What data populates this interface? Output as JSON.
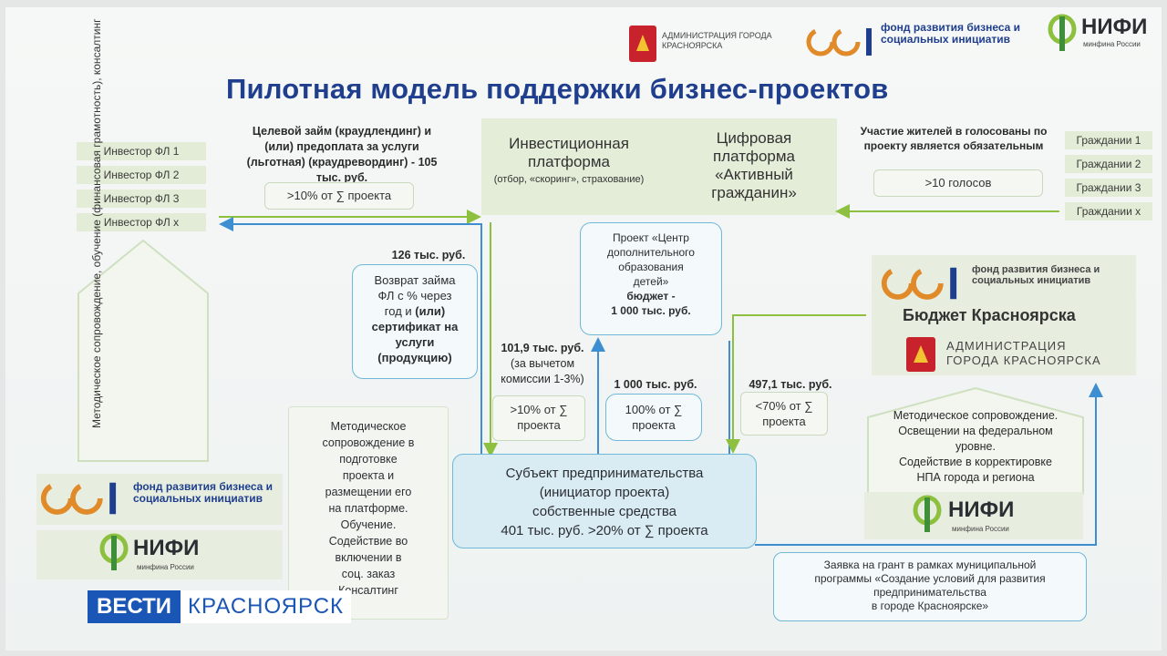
{
  "header": {
    "admin_logo_text": "АДМИНИСТРАЦИЯ ГОРОДА КРАСНОЯРСКА",
    "fund_logo_text": "фонд развития бизнеса и социальных инициатив",
    "nifi_logo_text": "НИФИ",
    "nifi_sub": "минфина России"
  },
  "title": "Пилотная модель поддержки бизнес-проектов",
  "left_investors": [
    "Инвестор ФЛ 1",
    "Инвестор ФЛ 2",
    "Инвестор ФЛ 3",
    "Инвестор ФЛ х"
  ],
  "loan_text": {
    "line1": "Целевой займ (краудлендинг) и",
    "line2": "(или) предоплата за услуги",
    "line3": "(льготная) (краудревординг) - 105",
    "line4": "тыс. руб."
  },
  "loan_share": ">10% от ∑ проекта",
  "invest_platform": {
    "title": "Инвестиционная платформа",
    "sub": "(отбор, «скоринг», страхование)"
  },
  "digital_platform": "Цифровая платформа «Активный гражданин»",
  "citizens_text": "Участие жителей в голосованы по проекту является обязательным",
  "votes": ">10 голосов",
  "right_citizens": [
    "Граждании 1",
    "Граждании 2",
    "Граждании 3",
    "Граждании х"
  ],
  "left_house": "Методическое сопровождение, обучение (финансовая грамотность), консалтинг",
  "return_amount": "126 тыс. руб.",
  "return_box": {
    "l1": "Возврат займа",
    "l2": "ФЛ с % через",
    "l3": "год и",
    "l3b": "(или)",
    "l4": "сертификат на",
    "l5": "услуги",
    "l6": "(продукцию)"
  },
  "project_box": {
    "l1": "Проект «Центр",
    "l2": "дополнительного",
    "l3": "образования",
    "l4": "детей»",
    "l5": "бюджет -",
    "l6": "1 000 тыс. руб."
  },
  "platform_net": {
    "l1": "101,9 тыс. руб.",
    "l2": "(за вычетом",
    "l3": "комиссии 1-3%)"
  },
  "share_10": ">10% от ∑ проекта",
  "amount_1000": "1 000 тыс. руб.",
  "share_100": "100% от ∑ проекта",
  "amount_497": "497,1 тыс. руб.",
  "share_70": "<70% от ∑ проекта",
  "budget_title": "Бюджет Красноярска",
  "budget_admin": "АДМИНИСТРАЦИЯ ГОРОДА КРАСНОЯРСКА",
  "method_box": [
    "Методическое",
    "сопровождение в",
    "подготовке",
    "проекта и",
    "размещении его",
    "на платформе.",
    "Обучение.",
    "Содействие во",
    "включении в",
    "соц. заказ",
    "Консалтинг"
  ],
  "subject_box": {
    "l1": "Субъект предпринимательства",
    "l2": "(инициатор проекта)",
    "l3": "собственные средства",
    "l4": "401 тыс. руб. >20% от ∑ проекта"
  },
  "right_house": {
    "l1": "Методическое сопровождение.",
    "l2": "Освещении на федеральном",
    "l3": "уровне.",
    "l4": "Содействие в корректировке",
    "l5": "НПА города и региона"
  },
  "grant_box": {
    "l1": "Заявка на грант в рамках муниципальной",
    "l2": "программы «Создание условий для развития",
    "l3": "предпринимательства",
    "l4": "в городе Красноярске»"
  },
  "tv": {
    "brand": "ВЕСТИ",
    "region": "КРАСНОЯРСК"
  },
  "colors": {
    "title": "#1f3f8e",
    "arrow_blue": "#3d8fd1",
    "arrow_green": "#8dc03f",
    "fund_orange": "#e08a2a",
    "nifi_green": "#3f8f3a"
  }
}
